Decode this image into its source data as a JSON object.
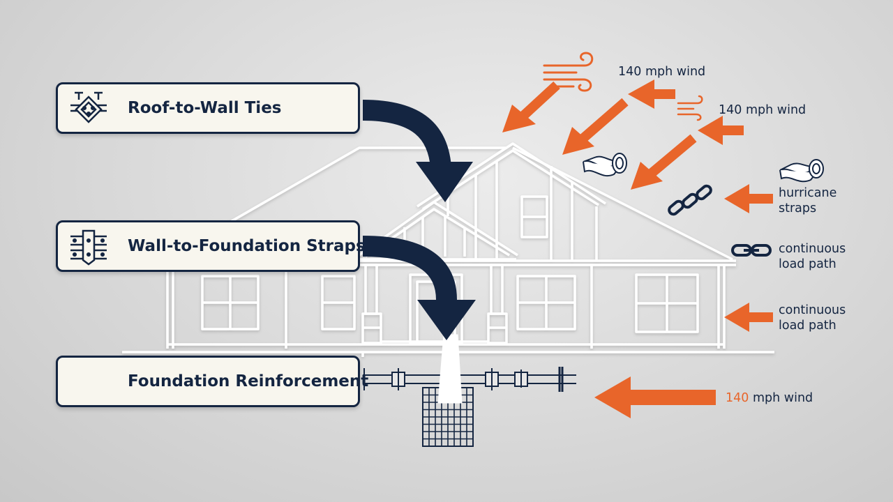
{
  "labels": {
    "roof_ties": "Roof-to-Wall Ties",
    "wall_straps": "Wall-to-Foundation Straps",
    "foundation": "Foundation Reinforcement"
  },
  "annotations": {
    "wind_top_1": "140 mph wind",
    "wind_top_2": "140 mph wind",
    "hurricane_line1": "hurricane",
    "hurricane_line2": "straps",
    "load_path_1_line1": "continuous",
    "load_path_1_line2": "load path",
    "load_path_2_line1": "continuous",
    "load_path_2_line2": "load path",
    "wind_bottom_number": "140",
    "wind_bottom_rest": " mph wind"
  },
  "colors": {
    "navy": "#142541",
    "orange": "#e8652a",
    "house_lines": "#ffffff",
    "box_fill": "#f8f6ee"
  },
  "icons": {
    "roof_ties": "roof-tie-bracket-icon",
    "wall_straps": "wall-strap-bracket-icon",
    "wind": "wind-gust-icon",
    "strap": "hurricane-strap-icon",
    "chain": "chain-link-icon"
  }
}
